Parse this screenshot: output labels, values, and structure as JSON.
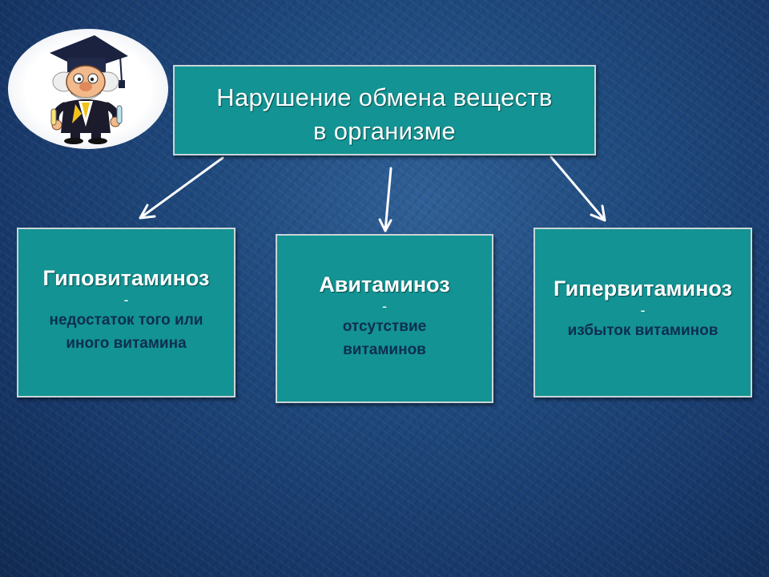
{
  "main": {
    "title_line1": "Нарушение обмена веществ",
    "title_line2": "в организме"
  },
  "boxes": [
    {
      "term": "Гиповитаминоз",
      "dash": "-",
      "desc_line1": "недостаток того или",
      "desc_line2": "иного витамина"
    },
    {
      "term": "Авитаминоз",
      "dash": "-",
      "desc_line1": "отсутствие",
      "desc_line2": "витаминов"
    },
    {
      "term": "Гипервитаминоз",
      "dash": "-",
      "desc_line1": "избыток витаминов"
    }
  ],
  "colors": {
    "background": "#1f4a7e",
    "box_fill": "#139393",
    "box_border": "#c9d6d8",
    "description_text": "#0d2e52",
    "arrow": "#ffffff"
  },
  "icons": {
    "mascot": "professor-cartoon-icon"
  }
}
